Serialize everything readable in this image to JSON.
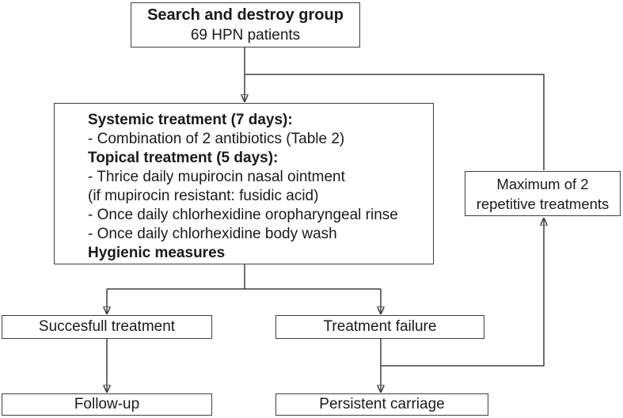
{
  "figure": {
    "type": "flowchart",
    "background": "#ffffff",
    "line_color": "#3f3f3f",
    "text_color": "#1a1a1a",
    "nodes": {
      "search_group": {
        "title": "Search and destroy group",
        "subtitle": "69 HPN patients"
      },
      "treatment_protocol": {
        "lines": [
          {
            "text": "Systemic treatment (7 days):",
            "bold": true
          },
          {
            "text": "- Combination of 2 antibiotics (Table 2)",
            "bold": false
          },
          {
            "text": "Topical treatment (5 days):",
            "bold": true
          },
          {
            "text": "- Thrice daily mupirocin nasal ointment",
            "bold": false
          },
          {
            "text": "(if mupirocin resistant: fusidic acid)",
            "bold": false
          },
          {
            "text": "- Once daily chlorhexidine oropharyngeal rinse",
            "bold": false
          },
          {
            "text": "- Once daily chlorhexidine body wash",
            "bold": false
          },
          {
            "text": "Hygienic measures",
            "bold": true
          }
        ]
      },
      "max_repetitive": {
        "line1": "Maximum of 2",
        "line2": "repetitive treatments"
      },
      "successful_treatment": {
        "label": "Succesfull treatment"
      },
      "treatment_failure": {
        "label": "Treatment failure"
      },
      "follow_up": {
        "label": "Follow-up"
      },
      "persistent_carriage": {
        "label": "Persistent carriage"
      }
    }
  }
}
